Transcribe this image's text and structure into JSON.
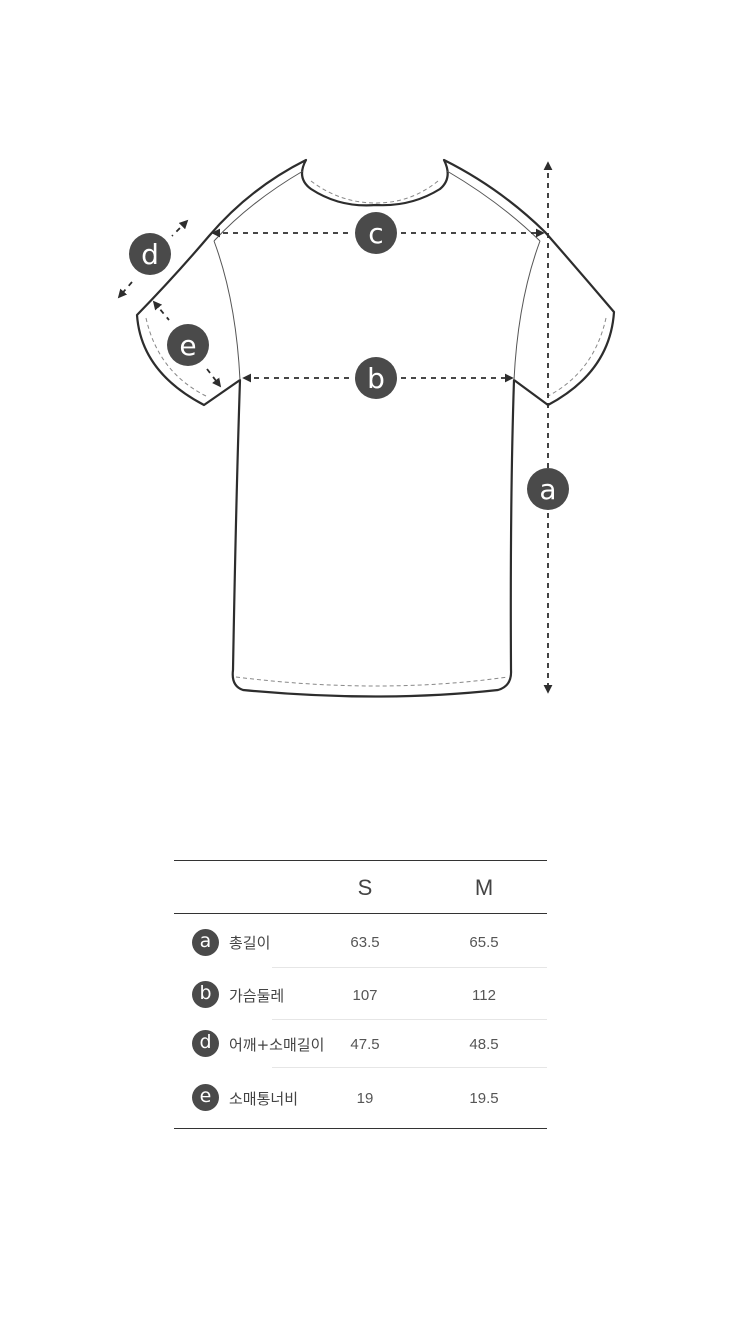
{
  "diagram": {
    "badges": {
      "a": "a",
      "b": "b",
      "c": "c",
      "d": "d",
      "e": "e"
    }
  },
  "table": {
    "headers": [
      "",
      "S",
      "M"
    ],
    "rows": [
      {
        "key": "a",
        "label": "총길이",
        "s": "63.5",
        "m": "65.5"
      },
      {
        "key": "b",
        "label": "가슴둘레",
        "s": "107",
        "m": "112"
      },
      {
        "key": "d",
        "label": "어깨+소매길이",
        "s": "47.5",
        "m": "48.5"
      },
      {
        "key": "e",
        "label": "소매통너비",
        "s": "19",
        "m": "19.5"
      }
    ]
  },
  "colors": {
    "badge": "#4a4a4a",
    "outline": "#2d2d2d",
    "rule": "#333333",
    "row_divider": "#e6e6e6"
  }
}
